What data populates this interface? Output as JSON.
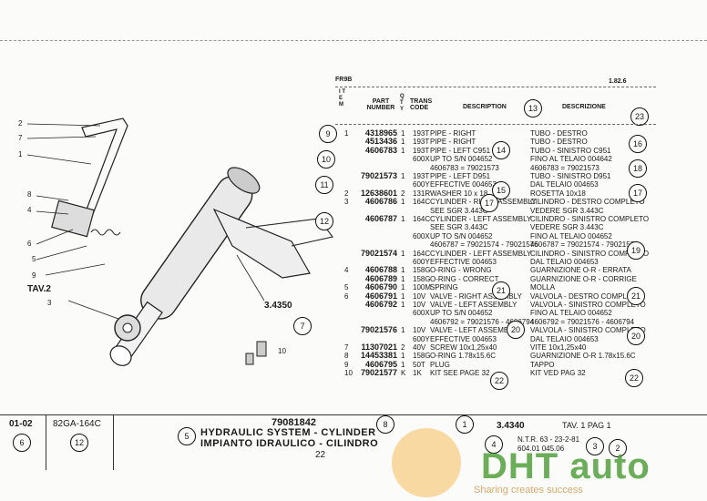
{
  "header": {
    "model": "FR9B",
    "ref": "1.82.6",
    "col_item": "I T E M",
    "col_part": "PART NUMBER",
    "col_qty": "Q T Y",
    "col_trans": "TRANS CODE",
    "col_desc": "DESCRIPTION",
    "col_desc_it": "DESCRIZIONE"
  },
  "drawing": {
    "tav": "TAV.2",
    "ref_label": "3.4350"
  },
  "rows": [
    {
      "item": "1",
      "part": "4318965",
      "qty": "1",
      "code": "193T",
      "desc": "PIPE - RIGHT",
      "desc_it": "TUBO - DESTRO"
    },
    {
      "item": "",
      "part": "4513436",
      "qty": "1",
      "code": "193T",
      "desc": "PIPE - RIGHT",
      "desc_it": "TUBO - DESTRO"
    },
    {
      "item": "",
      "part": "4606783",
      "qty": "1",
      "code": "193T",
      "desc": "PIPE - LEFT C951",
      "desc_it": "TUBO - SINISTRO C951"
    },
    {
      "item": "",
      "part": "",
      "qty": "",
      "code": "600X",
      "desc": "UP TO S/N 004652",
      "desc_it": "FINO AL TELAIO 004642"
    },
    {
      "item": "",
      "part": "",
      "qty": "",
      "code": "",
      "desc": "4606783 = 79021573",
      "desc_it": "4606783 = 79021573"
    },
    {
      "item": "",
      "part": "79021573",
      "qty": "1",
      "code": "193T",
      "desc": "PIPE - LEFT D951",
      "desc_it": "TUBO - SINISTRO D951"
    },
    {
      "item": "",
      "part": "",
      "qty": "",
      "code": "600Y",
      "desc": "EFFECTIVE 004653",
      "desc_it": "DAL TELAIO 004653"
    },
    {
      "item": "2",
      "part": "12638601",
      "qty": "2",
      "code": "131R",
      "desc": "WASHER 10 x 18",
      "desc_it": "ROSETTA 10x18"
    },
    {
      "item": "3",
      "part": "4606786",
      "qty": "1",
      "code": "164C",
      "desc": "CYLINDER - RIGHT ASSEMBLY",
      "desc_it": "CILINDRO - DESTRO COMPLETO"
    },
    {
      "item": "",
      "part": "",
      "qty": "",
      "code": "",
      "desc": "SEE SGR 3.443C",
      "desc_it": "VEDERE SGR 3.443C"
    },
    {
      "item": "",
      "part": "4606787",
      "qty": "1",
      "code": "164C",
      "desc": "CYLINDER - LEFT ASSEMBLY",
      "desc_it": "CILINDRO - SINISTRO COMPLETO"
    },
    {
      "item": "",
      "part": "",
      "qty": "",
      "code": "",
      "desc": "SEE SGR 3.443C",
      "desc_it": "VEDERE SGR 3.443C"
    },
    {
      "item": "",
      "part": "",
      "qty": "",
      "code": "600X",
      "desc": "UP TO S/N 004652",
      "desc_it": "FINO AL TELAIO 004652"
    },
    {
      "item": "",
      "part": "",
      "qty": "",
      "code": "",
      "desc": "4606787 = 79021574 - 79021576",
      "desc_it": "4606787 = 79021574 - 79021576"
    },
    {
      "item": "",
      "part": "79021574",
      "qty": "1",
      "code": "164C",
      "desc": "CYLINDER - LEFT ASSEMBLY",
      "desc_it": "CILINDRO - SINISTRO COMPLETO"
    },
    {
      "item": "",
      "part": "",
      "qty": "",
      "code": "600Y",
      "desc": "EFFECTIVE 004653",
      "desc_it": "DAL TELAIO 004653"
    },
    {
      "item": "4",
      "part": "4606788",
      "qty": "1",
      "code": "158G",
      "desc": "O-RING - WRONG",
      "desc_it": "GUARNIZIONE O-R - ERRATA"
    },
    {
      "item": "",
      "part": "4606789",
      "qty": "1",
      "code": "158G",
      "desc": "O-RING - CORRECT",
      "desc_it": "GUARNIZIONE O-R - CORRIGE"
    },
    {
      "item": "5",
      "part": "4606790",
      "qty": "1",
      "code": "100M",
      "desc": "SPRING",
      "desc_it": "MOLLA"
    },
    {
      "item": "6",
      "part": "4606791",
      "qty": "1",
      "code": "10V",
      "desc": "VALVE - RIGHT ASSEMBLY",
      "desc_it": "VALVOLA - DESTRO COMPLETO"
    },
    {
      "item": "",
      "part": "4606792",
      "qty": "1",
      "code": "10V",
      "desc": "VALVE - LEFT ASSEMBLY",
      "desc_it": "VALVOLA - SINISTRO COMPLETO"
    },
    {
      "item": "",
      "part": "",
      "qty": "",
      "code": "600X",
      "desc": "UP TO S/N 004652",
      "desc_it": "FINO AL TELAIO 004652"
    },
    {
      "item": "",
      "part": "",
      "qty": "",
      "code": "",
      "desc": "4606792 = 79021576 - 4606794",
      "desc_it": "4606792 = 79021576 - 4606794"
    },
    {
      "item": "",
      "part": "79021576",
      "qty": "1",
      "code": "10V",
      "desc": "VALVE - LEFT ASSEMBLY",
      "desc_it": "VALVOLA - SINISTRO COMPLETO"
    },
    {
      "item": "",
      "part": "",
      "qty": "",
      "code": "600Y",
      "desc": "EFFECTIVE 004653",
      "desc_it": "DAL TELAIO 004653"
    },
    {
      "item": "7",
      "part": "11307021",
      "qty": "2",
      "code": "40V",
      "desc": "SCREW 10x1,25x40",
      "desc_it": "VITE 10x1,25x40"
    },
    {
      "item": "8",
      "part": "14453381",
      "qty": "1",
      "code": "158G",
      "desc": "O-RING 1.78x15.6C",
      "desc_it": "GUARNIZIONE O-R 1.78x15.6C"
    },
    {
      "item": "9",
      "part": "4606795",
      "qty": "1",
      "code": "50T",
      "desc": "PLUG",
      "desc_it": "TAPPO"
    },
    {
      "item": "10",
      "part": "79021577",
      "qty": "K",
      "code": "1K",
      "desc": "KIT SEE PAGE 32",
      "desc_it": "KIT VED PAG 32"
    }
  ],
  "footer": {
    "date": "01-02",
    "code": "82GA-164C",
    "group_no": "79081842",
    "title_en": "HYDRAULIC SYSTEM - CYLINDER",
    "title_it": "IMPIANTO IDRAULICO - CILINDRO",
    "page_no": "22",
    "section": "3.4340",
    "tav_pag": "TAV. 1 PAG 1",
    "ntr": "N.T.R. 63 - 23-2-81",
    "ntr2": "604.01 045.06"
  },
  "watermark": "DHT auto",
  "watermark_sub": "Sharing creates success"
}
